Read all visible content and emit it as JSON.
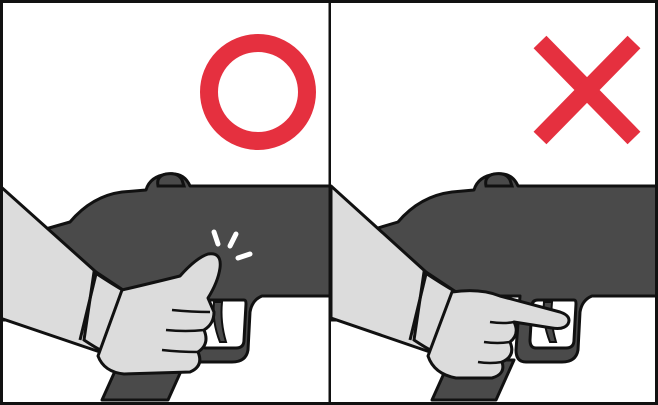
{
  "panels": [
    {
      "id": "correct",
      "mark": "circle-mark-icon",
      "hand": "finger-on-trigger-guard"
    },
    {
      "id": "incorrect",
      "mark": "cross-mark-icon",
      "hand": "finger-on-trigger"
    }
  ],
  "colors": {
    "mark": "#e5303f",
    "tool": "#4a4a4a",
    "hand": "#dcdcdc",
    "outline": "#111111",
    "background": "#ffffff"
  }
}
